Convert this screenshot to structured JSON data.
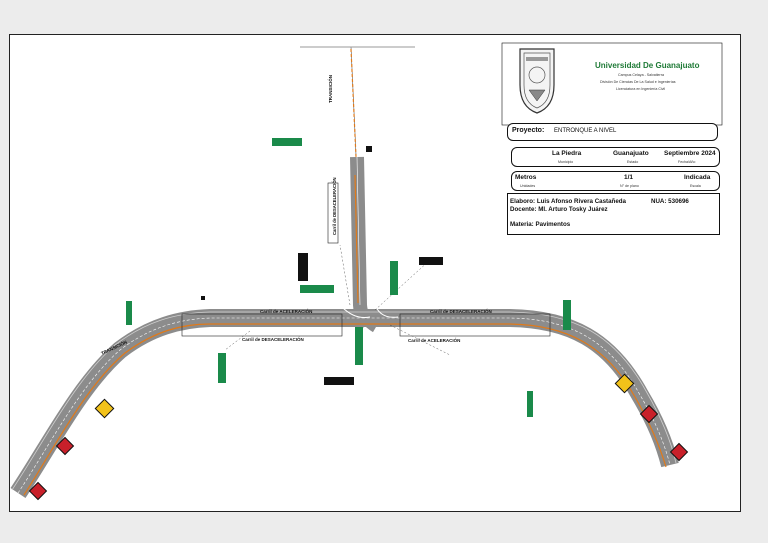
{
  "title_block": {
    "university": "Universidad De Guanajuato",
    "campus": "Campus Celaya - Salvatierra",
    "division": "División De Ciencias De La Salud e Ingenierías",
    "program": "Licenciatura en Ingeniería Civil",
    "project_label": "Proyecto:",
    "project_name": "ENTRONQUE A NIVEL",
    "municipio_value": "La Piedra",
    "municipio_label": "Municipio",
    "estado_value": "Guanajuato",
    "estado_label": "Estado",
    "fecha_value": "Septiembre 2024",
    "fecha_label": "Fecha/Año",
    "unidades_value": "Metros",
    "unidades_label": "Unidades",
    "plano_value": "1/1",
    "plano_label": "N° de plano",
    "escala_value": "Indicada",
    "escala_label": "Escala",
    "elaboro": "Elaboro: Luis Afonso Rivera Castañeda",
    "nua": "NUA: 530696",
    "docente": "Docente: MI. Arturo Tosky Juárez",
    "materia": "Materia: Pavimentos"
  },
  "road_labels": {
    "transicion_north": "TRANSICIÓN",
    "transicion_west": "TRANSICIÓN",
    "carril_decel_north": "Carril de DESACELERACIÓN",
    "carril_acel_west": "Carril de ACELERACIÓN",
    "carril_decel_west": "Carril de DESACELERACIÓN",
    "carril_decel_east": "Carril de DESACELERACIÓN",
    "carril_acel_east": "Carril de ACELERACIÓN"
  },
  "colors": {
    "asphalt": "#8c8c8c",
    "lane_line": "#ffffff",
    "center_line": "#e07a1a",
    "sign_green": "#1a8a4a",
    "sign_yellow": "#f2c21a",
    "sign_red": "#c8202a",
    "title_green": "#1e7a36"
  }
}
